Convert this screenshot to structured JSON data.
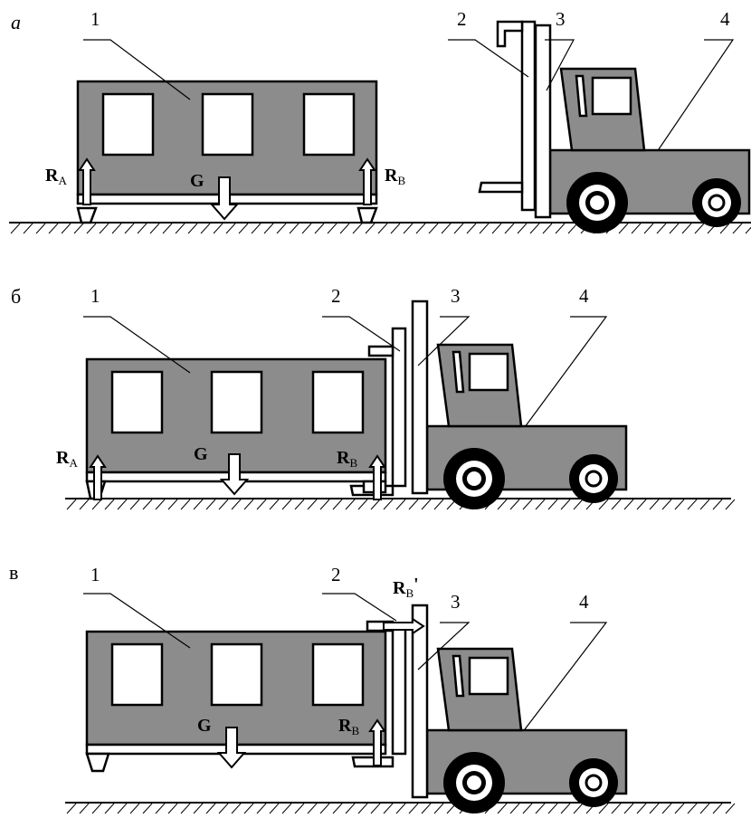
{
  "panels": [
    {
      "letter": "а",
      "callouts": [
        "1",
        "2",
        "3",
        "4"
      ],
      "labels": {
        "ra": "R",
        "ra_sub": "A",
        "g": "G",
        "rb": "R",
        "rb_sub": "B"
      }
    },
    {
      "letter": "б",
      "callouts": [
        "1",
        "2",
        "3",
        "4"
      ],
      "labels": {
        "ra": "R",
        "ra_sub": "A",
        "g": "G",
        "rb": "R",
        "rb_sub": "B"
      }
    },
    {
      "letter": "в",
      "callouts": [
        "1",
        "2",
        "3",
        "4"
      ],
      "labels": {
        "g": "G",
        "rb": "R",
        "rb_sub": "B",
        "rbp": "R",
        "rbp_sub": "B",
        "rbp_mark": "'"
      }
    }
  ],
  "colors": {
    "body": "#8c8c8c",
    "outline": "#000000",
    "background": "#ffffff"
  }
}
